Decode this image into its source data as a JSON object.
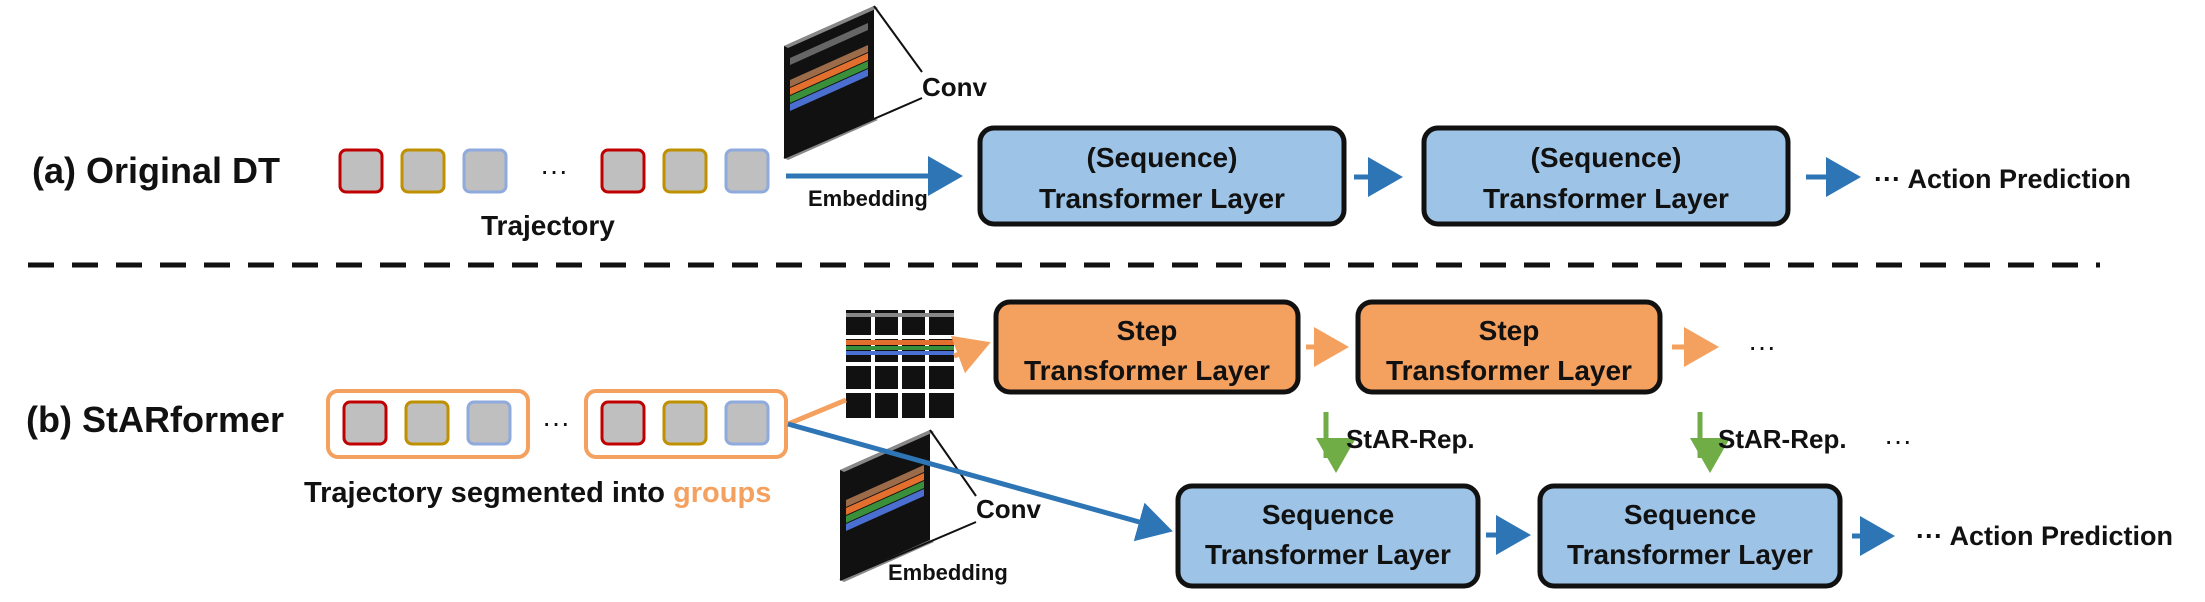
{
  "colors": {
    "blue_fill": "#9dc3e6",
    "orange_fill": "#f4a05f",
    "arrow_blue": "#2e75b6",
    "arrow_orange": "#f4a05f",
    "arrow_green": "#70ad47",
    "token_red": "#c00000",
    "token_gold": "#bf9000",
    "token_blue": "#8faadc",
    "token_fill": "#bfbfbf",
    "groups_highlight": "#f4a05f"
  },
  "panel_a": {
    "label": "(a) Original DT",
    "trajectory_label": "Trajectory",
    "ellipsis": "···",
    "conv_label": "Conv",
    "embedding_label": "Embedding",
    "layer1_line1": "(Sequence)",
    "layer1_line2": "Transformer Layer",
    "layer2_line1": "(Sequence)",
    "layer2_line2": "Transformer Layer",
    "output_label": "··· Action Prediction"
  },
  "panel_b": {
    "label": "(b) StARformer",
    "trajectory_label_prefix": "Trajectory segmented into ",
    "trajectory_label_highlight": "groups",
    "ellipsis": "···",
    "conv_label": "Conv",
    "embedding_label": "Embedding",
    "step1_line1": "Step",
    "step1_line2": "Transformer Layer",
    "step2_line1": "Step",
    "step2_line2": "Transformer Layer",
    "step_ellipsis": "···",
    "star_rep1": "StAR-Rep.",
    "star_rep2": "StAR-Rep.",
    "star_ellipsis": "···",
    "seq1_line1": "Sequence",
    "seq1_line2": "Transformer Layer",
    "seq2_line1": "Sequence",
    "seq2_line2": "Transformer Layer",
    "output_label": "··· Action Prediction"
  },
  "icons": [
    "game-frame-icon",
    "patch-grid-icon"
  ]
}
